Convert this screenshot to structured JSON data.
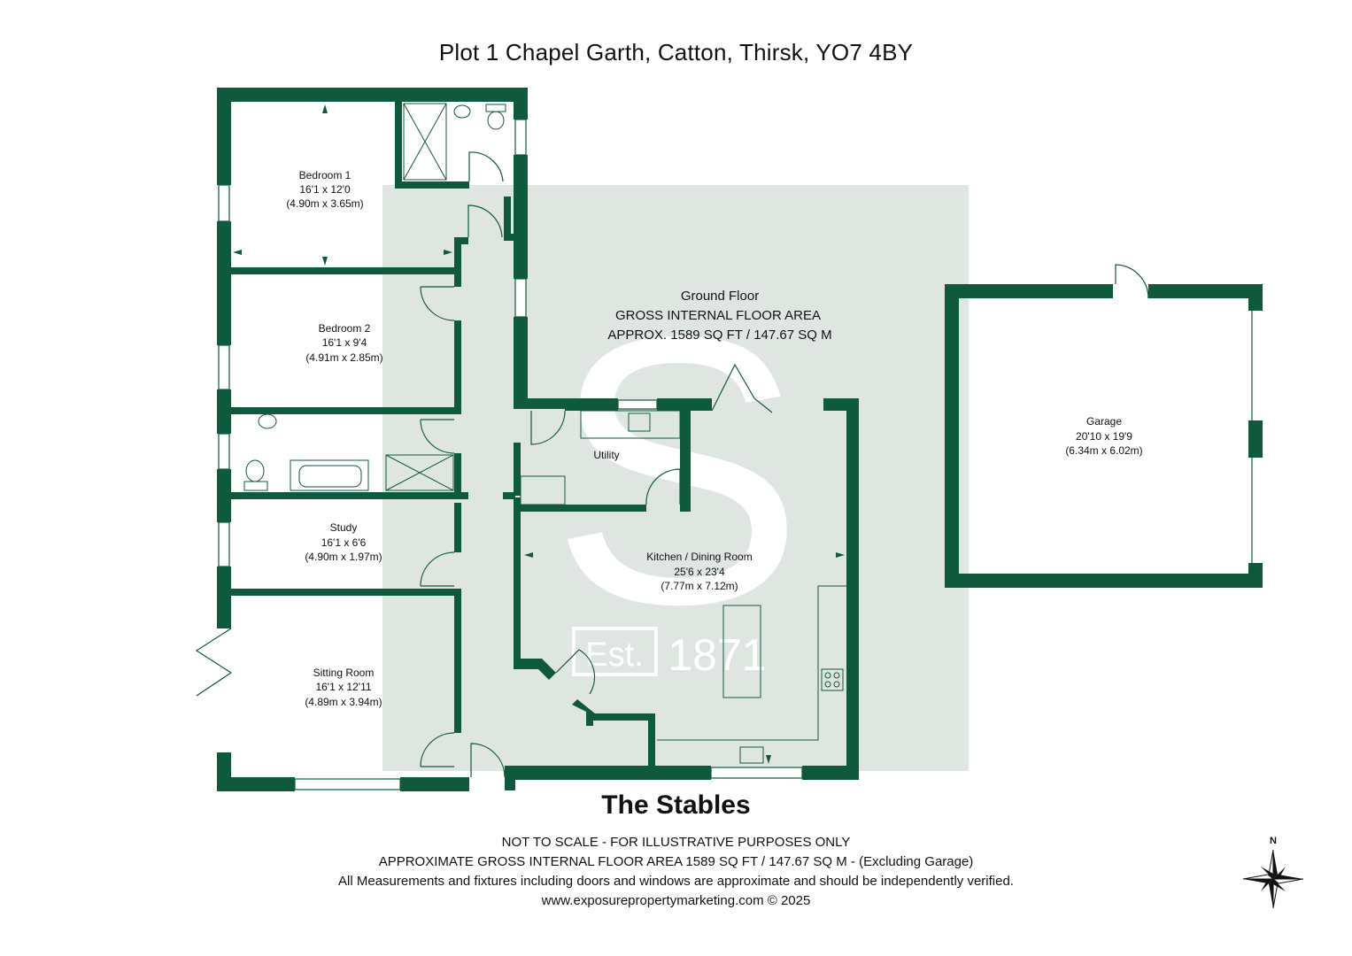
{
  "header": {
    "title": "Plot 1 Chapel Garth, Catton, Thirsk, YO7 4BY"
  },
  "watermark": {
    "letter": "S",
    "est": "Est.",
    "year": "1871"
  },
  "floor_summary": {
    "floor": "Ground Floor",
    "area_heading": "GROSS INTERNAL FLOOR AREA",
    "area_value": "APPROX. 1589 SQ FT / 147.67 SQ M"
  },
  "rooms": {
    "bedroom1": {
      "name": "Bedroom 1",
      "imperial": "16'1 x 12'0",
      "metric": "(4.90m x 3.65m)"
    },
    "bedroom2": {
      "name": "Bedroom 2",
      "imperial": "16'1 x 9'4",
      "metric": "(4.91m x 2.85m)"
    },
    "study": {
      "name": "Study",
      "imperial": "16'1 x 6'6",
      "metric": "(4.90m x 1.97m)"
    },
    "sitting": {
      "name": "Sitting Room",
      "imperial": "16'1 x 12'11",
      "metric": "(4.89m x 3.94m)"
    },
    "utility": {
      "name": "Utility"
    },
    "kitchen": {
      "name": "Kitchen / Dining Room",
      "imperial": "25'6 x 23'4",
      "metric": "(7.77m x 7.12m)"
    },
    "garage": {
      "name": "Garage",
      "imperial": "20'10 x 19'9",
      "metric": "(6.34m x 6.02m)"
    }
  },
  "footer": {
    "property_name": "The Stables",
    "line1": "NOT TO SCALE - FOR ILLUSTRATIVE PURPOSES ONLY",
    "line2": "APPROXIMATE GROSS INTERNAL FLOOR AREA 1589 SQ FT / 147.67 SQ M - (Excluding Garage)",
    "line3": "All Measurements and fixtures including doors and windows are approximate and should be independently verified.",
    "line4": "www.exposurepropertymarketing.com © 2025"
  },
  "compass": {
    "north": "N"
  },
  "colors": {
    "wall": "#0f5a3c",
    "watermark_bg": "#dfe6e2",
    "fixture": "#0f5a3c"
  }
}
